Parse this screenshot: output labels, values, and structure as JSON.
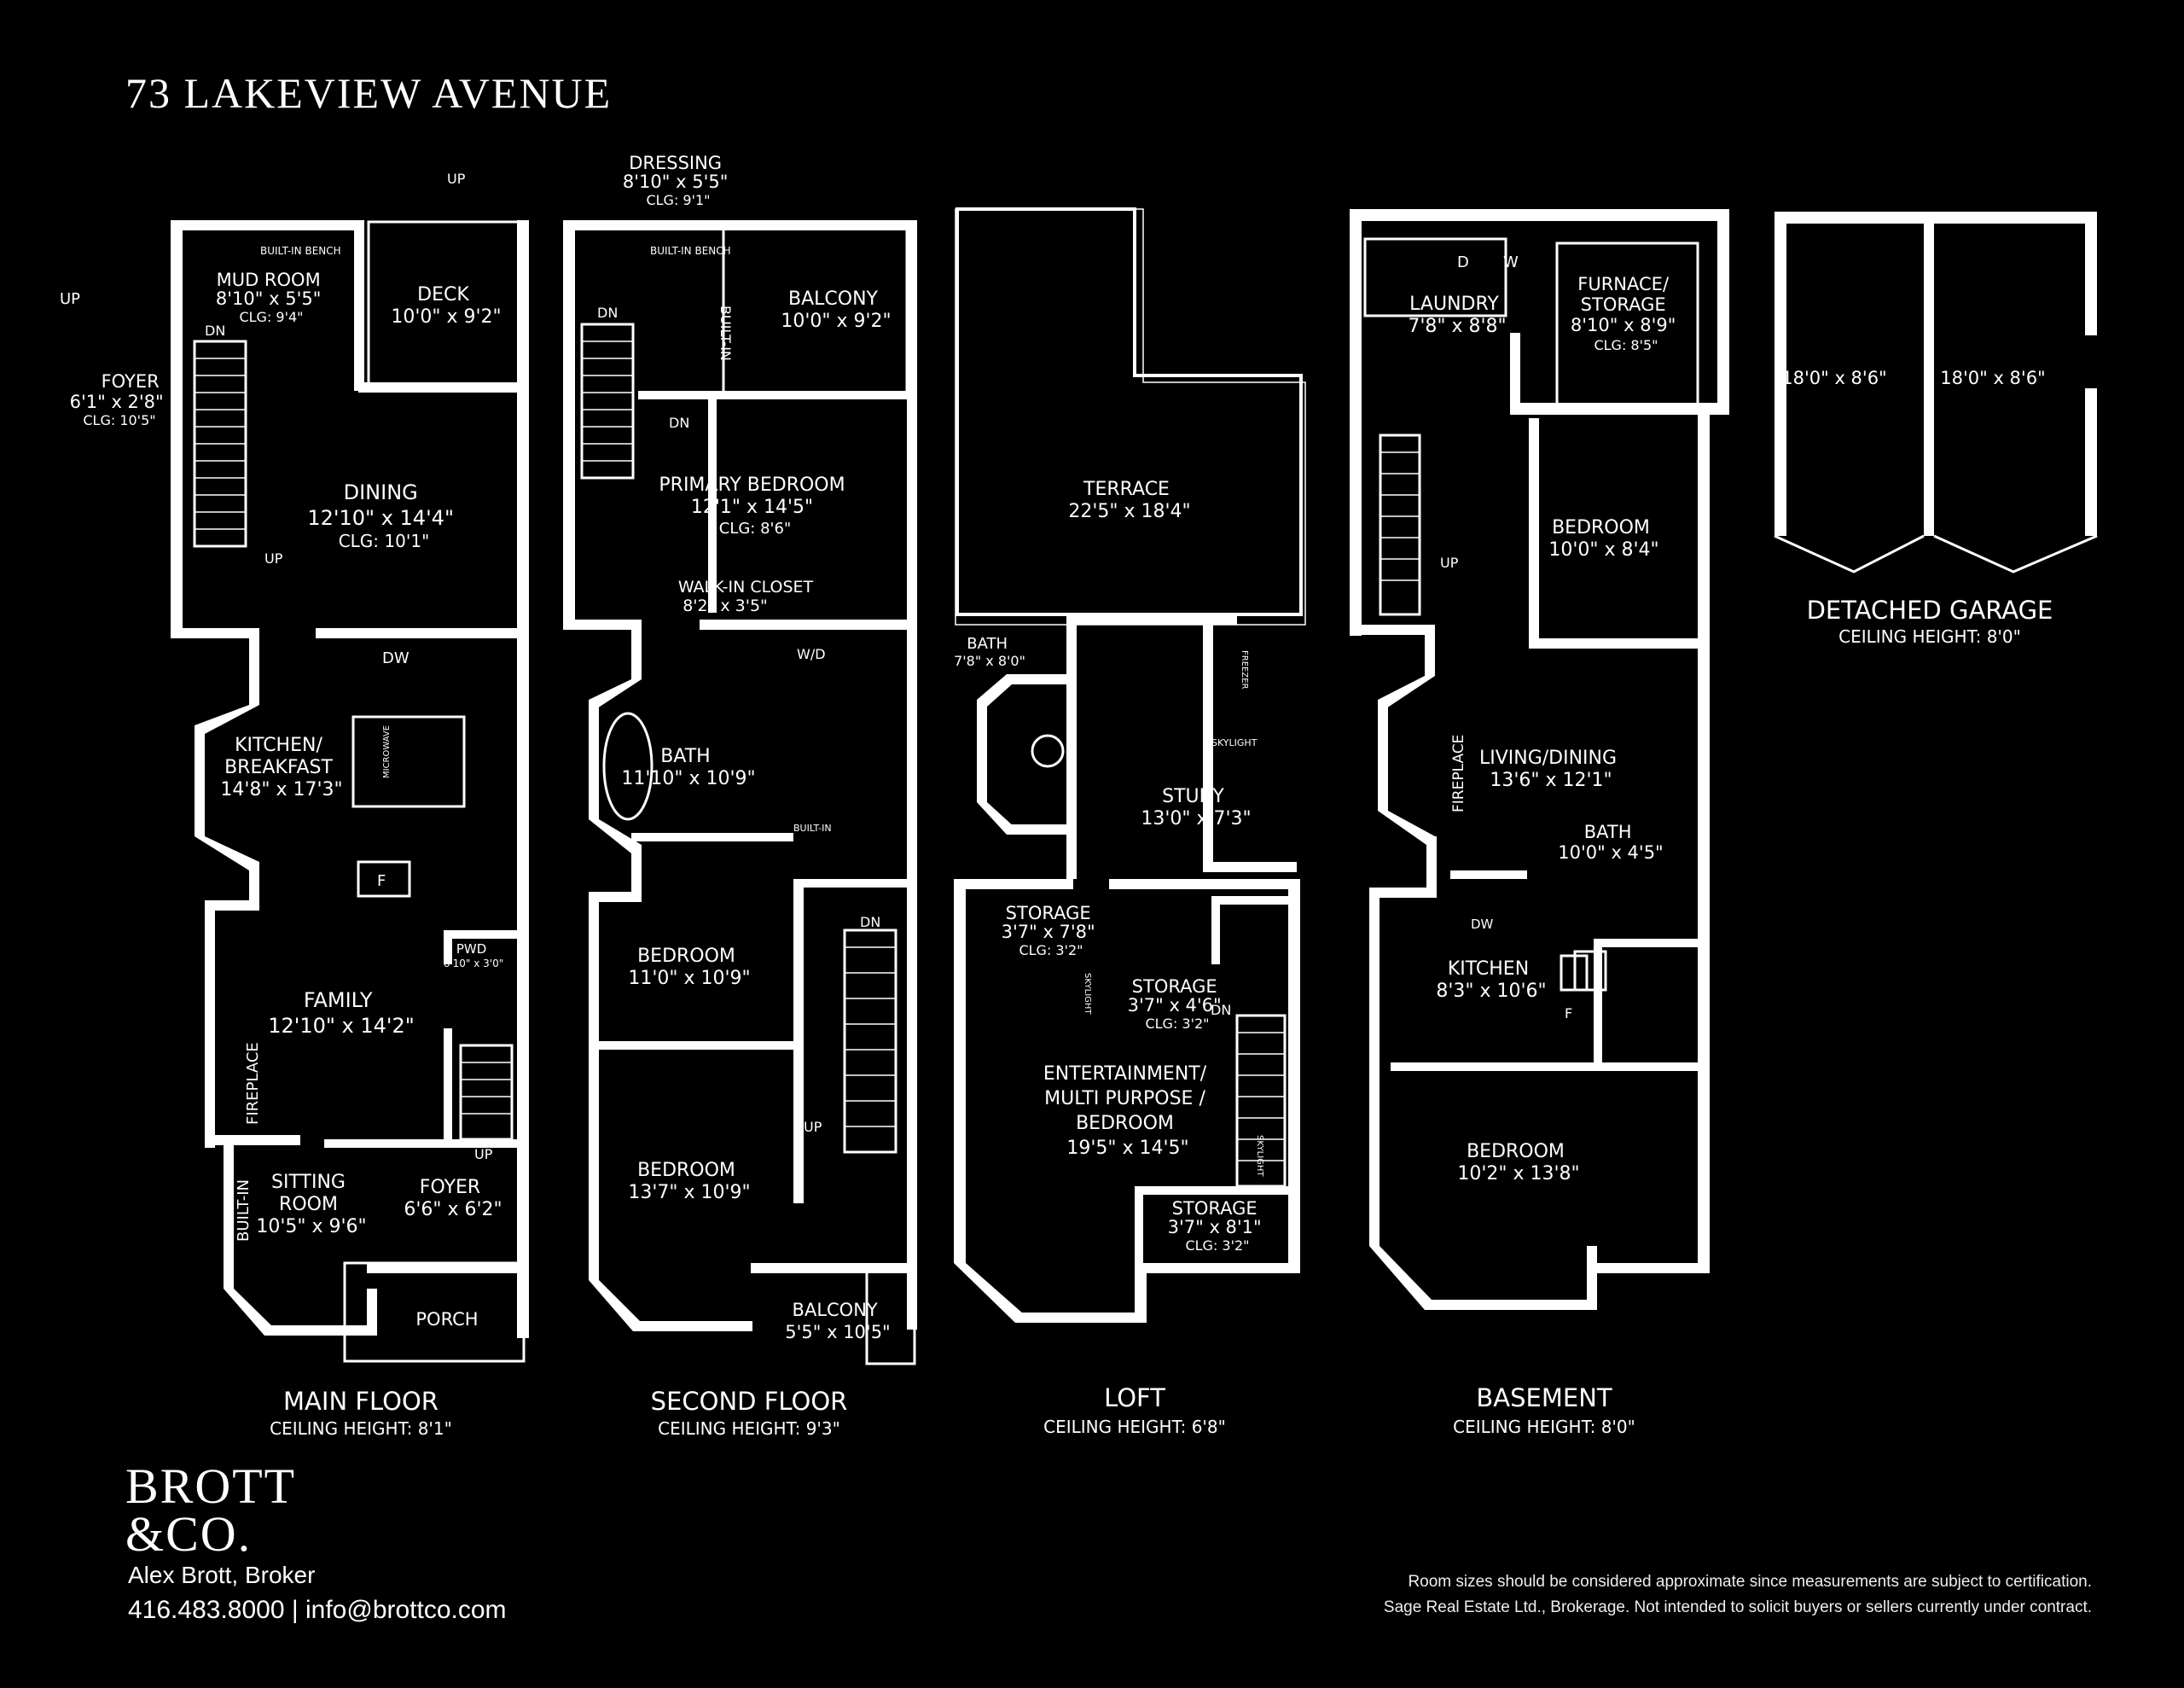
{
  "title": "73 LAKEVIEW AVENUE",
  "brand": {
    "line1": "BROTT",
    "line2": "&CO."
  },
  "agent": "Alex Brott, Broker",
  "contact": {
    "phone": "416.483.8000",
    "separator": "|",
    "email": "info@brottco.com"
  },
  "disclaimer": [
    "Room sizes should be considered approximate since measurements are subject to certification.",
    "Sage Real Estate Ltd., Brokerage. Not intended to solicit buyers or sellers currently under contract."
  ],
  "floors": {
    "main": {
      "name": "MAIN FLOOR",
      "ceiling": "CEILING HEIGHT: 8'1\""
    },
    "second": {
      "name": "SECOND FLOOR",
      "ceiling": "CEILING HEIGHT: 9'3\""
    },
    "loft": {
      "name": "LOFT",
      "ceiling": "CEILING HEIGHT: 6'8\""
    },
    "basement": {
      "name": "BASEMENT",
      "ceiling": "CEILING HEIGHT: 8'0\""
    },
    "garage": {
      "name": "DETACHED GARAGE",
      "ceiling": "CEILING HEIGHT: 8'0\""
    }
  },
  "rooms": {
    "main": {
      "mudroom": [
        "MUD ROOM",
        "8'10\" x 5'5\"",
        "CLG: 9'4\""
      ],
      "deck": [
        "DECK",
        "10'0\" x 9'2\""
      ],
      "foyer_rear": [
        "FOYER",
        "6'1\" x 2'8\"",
        "CLG: 10'5\""
      ],
      "dining": [
        "DINING",
        "12'10\" x 14'4\"",
        "CLG: 10'1\""
      ],
      "kitchen": [
        "KITCHEN/",
        "BREAKFAST",
        "14'8\" x 17'3\""
      ],
      "pwd": [
        "PWD",
        "6'10\" x 3'0\""
      ],
      "family": [
        "FAMILY",
        "12'10\" x 14'2\""
      ],
      "sitting": [
        "SITTING",
        "ROOM",
        "10'5\" x 9'6\""
      ],
      "foyer_front": [
        "FOYER",
        "6'6\" x 6'2\""
      ],
      "porch": [
        "PORCH"
      ]
    },
    "second": {
      "dressing": [
        "DRESSING",
        "8'10\" x 5'5\"",
        "CLG: 9'1\""
      ],
      "balcony_rear": [
        "BALCONY",
        "10'0\" x 9'2\""
      ],
      "primary": [
        "PRIMARY BEDROOM",
        "12'1\" x 14'5\"",
        "CLG: 8'6\""
      ],
      "walkin": [
        "WALK-IN CLOSET",
        "8'2\" x 3'5\""
      ],
      "bath": [
        "BATH",
        "11'10\" x 10'9\""
      ],
      "bedroom1": [
        "BEDROOM",
        "11'0\" x 10'9\""
      ],
      "bedroom2": [
        "BEDROOM",
        "13'7\" x 10'9\""
      ],
      "balcony_front": [
        "BALCONY",
        "5'5\" x 10'5\""
      ]
    },
    "loft": {
      "terrace": [
        "TERRACE",
        "22'5\" x 18'4\""
      ],
      "bath": [
        "BATH",
        "7'8\" x 8'0\""
      ],
      "study": [
        "STUDY",
        "13'0\" x 7'3\""
      ],
      "storage1": [
        "STORAGE",
        "3'7\" x 7'8\"",
        "CLG: 3'2\""
      ],
      "storage2": [
        "STORAGE",
        "3'7\" x 4'6\"",
        "CLG: 3'2\""
      ],
      "entertainment": [
        "ENTERTAINMENT/",
        "MULTI PURPOSE /",
        "BEDROOM",
        "19'5\" x 14'5\""
      ],
      "storage3": [
        "STORAGE",
        "3'7\" x 8'1\"",
        "CLG: 3'2\""
      ]
    },
    "basement": {
      "laundry": [
        "LAUNDRY",
        "7'8\" x 8'8\""
      ],
      "furnace": [
        "FURNACE/",
        "STORAGE",
        "8'10\" x 8'9\"",
        "CLG: 8'5\""
      ],
      "bedroom1": [
        "BEDROOM",
        "10'0\" x 8'4\""
      ],
      "living": [
        "LIVING/DINING",
        "13'6\" x 12'1\""
      ],
      "bath": [
        "BATH",
        "10'0\" x 4'5\""
      ],
      "kitchen": [
        "KITCHEN",
        "8'3\" x 10'6\""
      ],
      "bedroom2": [
        "BEDROOM",
        "10'2\" x 13'8\""
      ]
    },
    "garage": {
      "bay1": [
        "18'0\" x 8'6\""
      ],
      "bay2": [
        "18'0\" x 8'6\""
      ]
    }
  },
  "labels": {
    "up": "UP",
    "dn": "DN",
    "builtin_bench": "BUILT-IN BENCH",
    "builtin": "BUILT-IN",
    "fireplace": "FIREPLACE",
    "dw": "DW",
    "f": "F",
    "microwave": "MICROWAVE",
    "wd": "W/D",
    "d": "D",
    "w": "W",
    "skylight": "SKYLIGHT",
    "freezer": "FREEZER"
  }
}
